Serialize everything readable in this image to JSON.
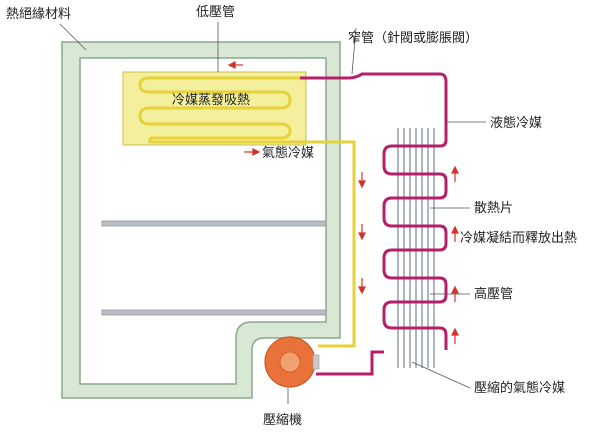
{
  "labels": {
    "insulation": "熱絕緣材料",
    "low_pressure_pipe": "低壓管",
    "narrow_pipe": "窄管（針閥或膨脹閥）",
    "evaporator_heat": "冷媒蒸發吸熱",
    "gaseous_refrigerant": "氣態冷媒",
    "liquid_refrigerant": "液態冷媒",
    "heat_sink": "散熱片",
    "condense_release_heat": "冷媒凝結而釋放出熱",
    "high_pressure_pipe": "高壓管",
    "compressed_gas_refrigerant": "壓縮的氣態冷媒",
    "compressor": "壓縮機"
  },
  "colors": {
    "insulation_fill": "#d8e8d4",
    "insulation_stroke": "#8aa88a",
    "evaporator_fill": "#f3ef9c",
    "cold_pipe": "#e6d23a",
    "hot_pipe": "#b5206a",
    "flow_arrow": "#d6322a",
    "fin": "#9aa3ad",
    "compressor": "#e8723a",
    "shelf": "#b9bec4"
  }
}
